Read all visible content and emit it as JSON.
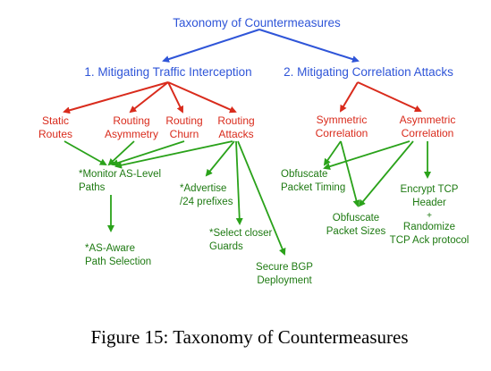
{
  "diagram": {
    "root": "Taxonomy of Countermeasures",
    "branch_1": "1. Mitigating Traffic Interception",
    "branch_2": "2. Mitigating Correlation Attacks",
    "static_routes": [
      "Static",
      "Routes"
    ],
    "routing_asymmetry": [
      "Routing",
      "Asymmetry"
    ],
    "routing_churn": [
      "Routing",
      "Churn"
    ],
    "routing_attacks": [
      "Routing",
      "Attacks"
    ],
    "symmetric_correlation": [
      "Symmetric",
      "Correlation"
    ],
    "asymmetric_correlation": [
      "Asymmetric",
      "Correlation"
    ],
    "monitor_as_level_paths": [
      "*Monitor AS-Level",
      "Paths"
    ],
    "advertise_prefixes": [
      "*Advertise",
      "/24 prefixes"
    ],
    "as_aware_path_selection": [
      "*AS-Aware",
      "Path Selection"
    ],
    "select_closer_guards": [
      "*Select closer",
      "Guards"
    ],
    "secure_bgp_deployment": [
      "Secure BGP",
      "Deployment"
    ],
    "obfuscate_packet_timing": [
      "Obfuscate",
      "Packet Timing"
    ],
    "obfuscate_packet_sizes": [
      "Obfuscate",
      "Packet Sizes"
    ],
    "encrypt_tcp_header": [
      "Encrypt TCP",
      "Header"
    ],
    "plus_sign": "+",
    "randomize_tcp_ack": [
      "Randomize",
      "TCP Ack protocol"
    ]
  },
  "colors": {
    "level_1": "#2f55d8",
    "level_2": "#d92b1c",
    "level_3": "#1e7a12"
  },
  "caption": "Figure 15: Taxonomy of Countermeasures"
}
